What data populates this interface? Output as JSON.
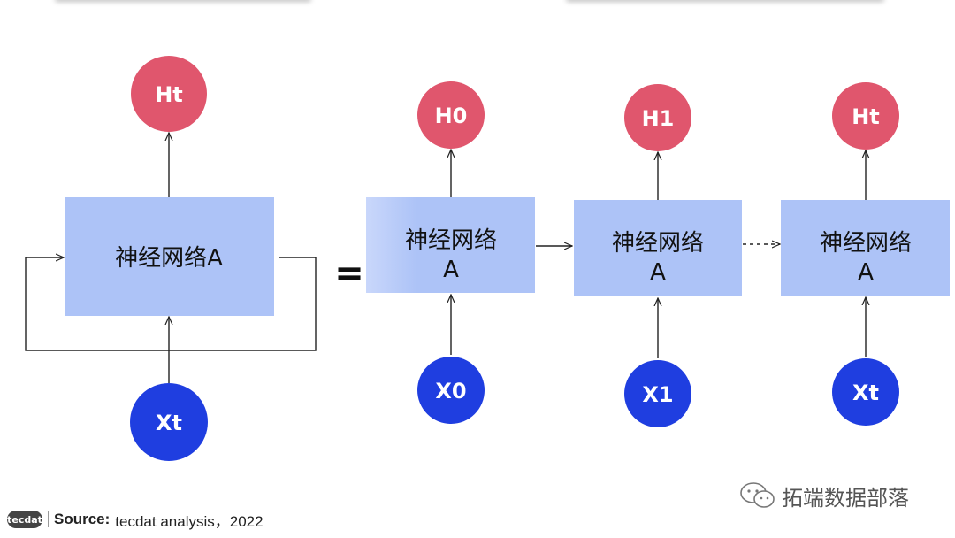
{
  "colors": {
    "output_node": "#e0566d",
    "input_node": "#1f3ee0",
    "box": "#adc3f7",
    "line": "#222222"
  },
  "left": {
    "output": "Ht",
    "box": "神经网络A",
    "input": "Xt"
  },
  "equals": "=",
  "steps": [
    {
      "output": "H0",
      "box_line1": "神经网络",
      "box_line2": "A",
      "input": "X0"
    },
    {
      "output": "H1",
      "box_line1": "神经网络",
      "box_line2": "A",
      "input": "X1"
    },
    {
      "output": "Ht",
      "box_line1": "神经网络",
      "box_line2": "A",
      "input": "Xt"
    }
  ],
  "footer": {
    "logo_text": "tecdat",
    "source_label": "Source:",
    "source_text": "tecdat analysis，2022"
  },
  "watermark": {
    "icon": "wechat-icon",
    "text": "拓端数据部落"
  }
}
